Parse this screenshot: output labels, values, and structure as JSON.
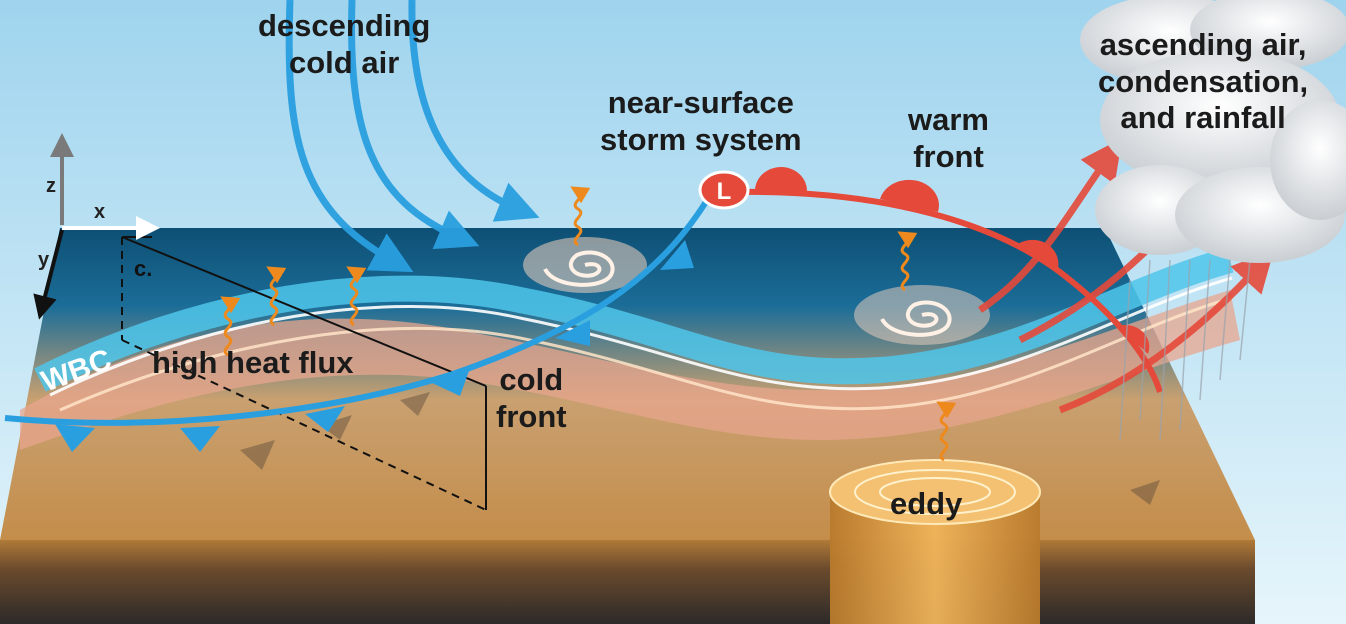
{
  "labels": {
    "descending": [
      "descending",
      "cold air"
    ],
    "storm": [
      "near-surface",
      "storm system"
    ],
    "warm_front": [
      "warm",
      "front"
    ],
    "ascending": [
      "ascending air,",
      "condensation,",
      "and rainfall"
    ],
    "high_heat_flux": "high heat flux",
    "cold_front": [
      "cold",
      "front"
    ],
    "eddy": "eddy",
    "wbc": "WBC",
    "low_marker": "L",
    "section": "c."
  },
  "axes": {
    "z": "z",
    "x": "x",
    "y": "y"
  },
  "colors": {
    "sky_top": "#9fd4ee",
    "sky_bottom": "#e6f5fb",
    "ocean_deep": "#0e4f74",
    "ocean_mid": "#1d87b3",
    "current_light": "#4fc6ea",
    "warm_band": "#e7a58d",
    "sediment": "#c48d4a",
    "cold_front": "#2a9fe0",
    "warm_front": "#e5493a",
    "heat_wave": "#ee8a1d",
    "slab_side": "#3a3533"
  },
  "icons": [
    "cold-front-triangle-icon",
    "warm-front-semicircle-icon",
    "low-pressure-icon",
    "wavy-arrow-icon",
    "cloud-icon",
    "spiral-eddy-icon"
  ]
}
